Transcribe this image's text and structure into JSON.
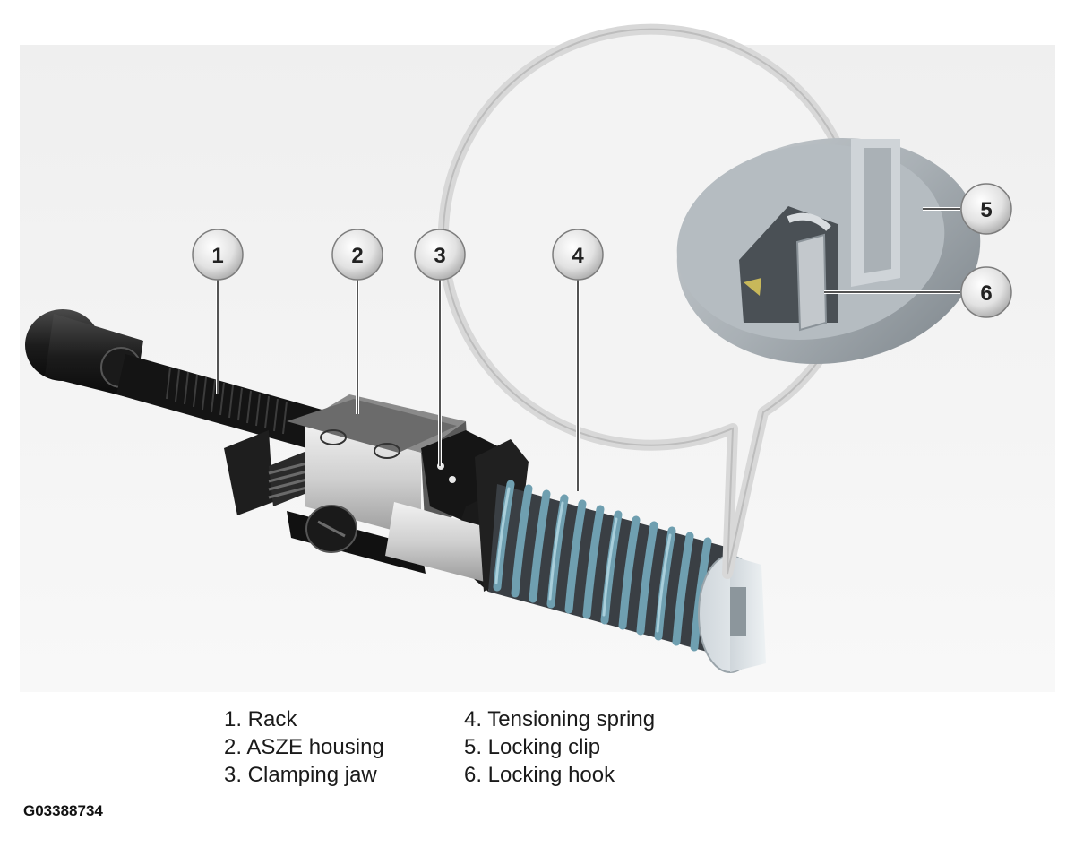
{
  "figure": {
    "callouts": [
      "1",
      "2",
      "3",
      "4",
      "5",
      "6"
    ],
    "legend": [
      {
        "number": "1",
        "label": "1. Rack"
      },
      {
        "number": "2",
        "label": "2. ASZE housing"
      },
      {
        "number": "3",
        "label": "3. Clamping jaw"
      },
      {
        "number": "4",
        "label": "4. Tensioning spring"
      },
      {
        "number": "5",
        "label": "5. Locking clip"
      },
      {
        "number": "6",
        "label": "6. Locking hook"
      }
    ],
    "figure_id": "G03388734"
  }
}
